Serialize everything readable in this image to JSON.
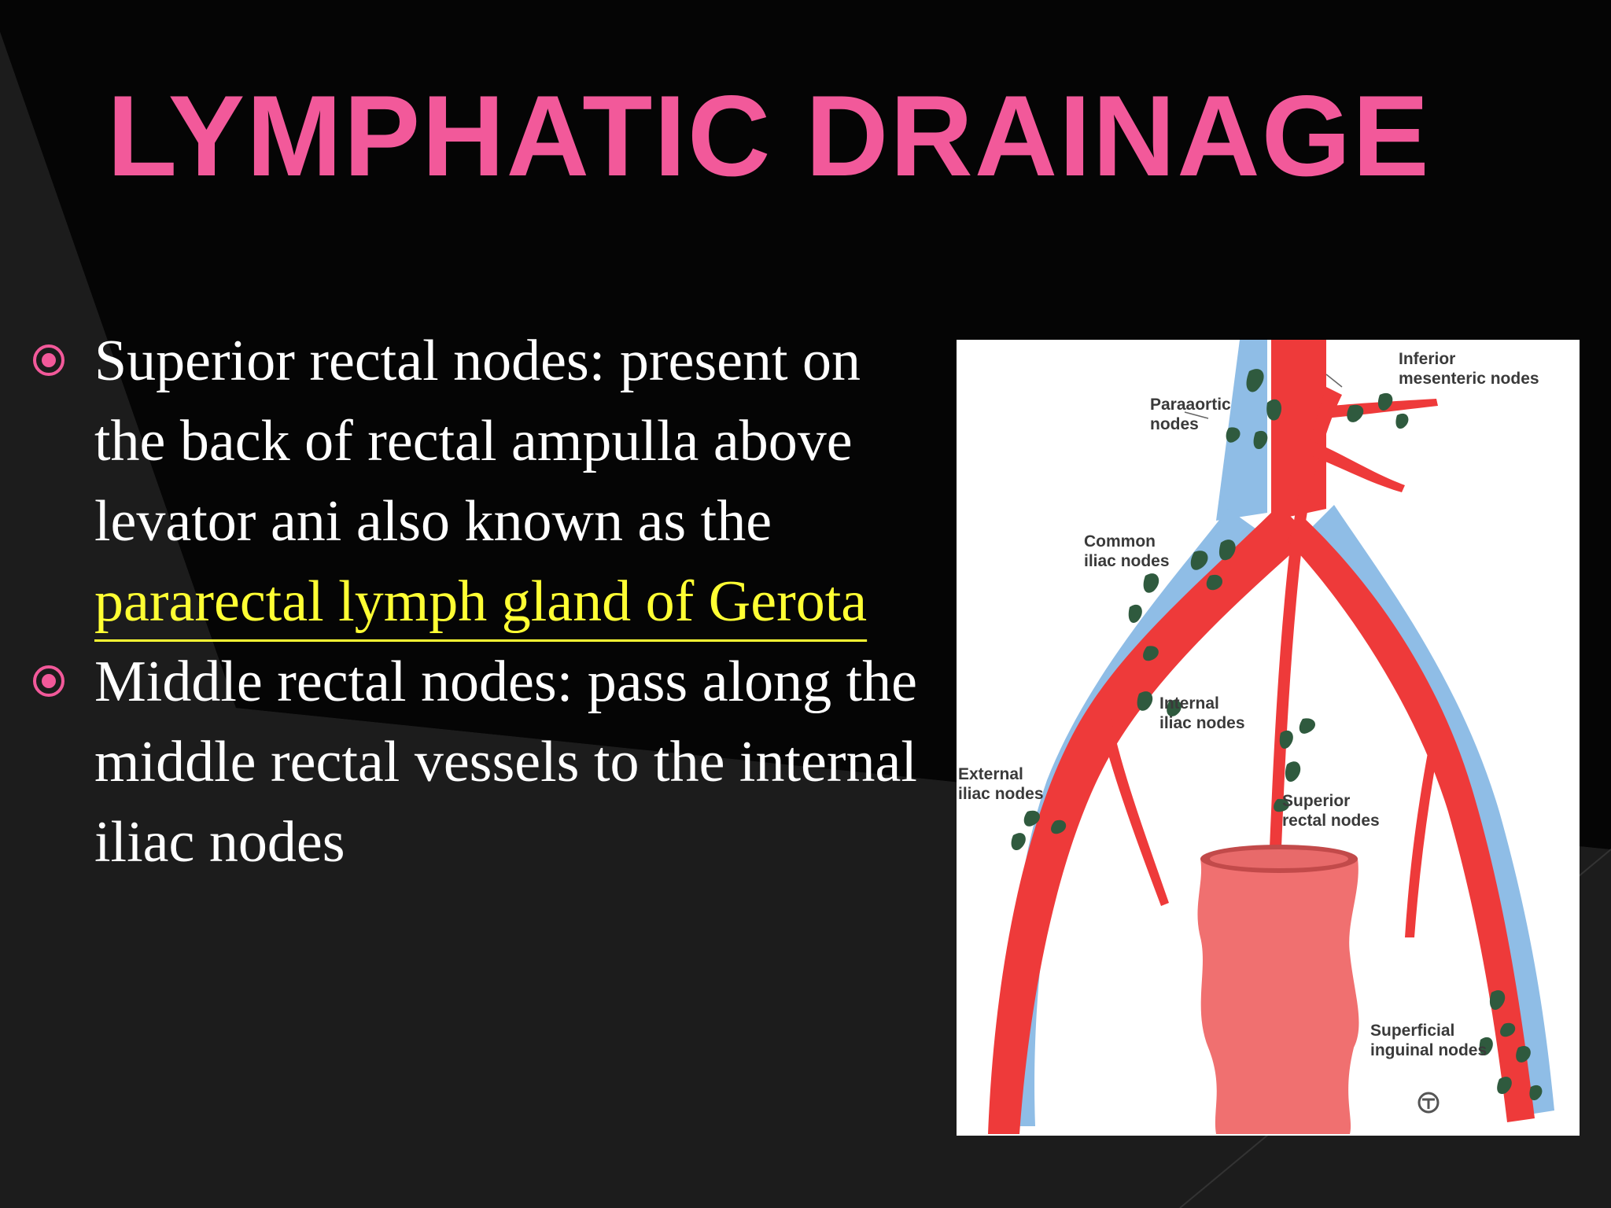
{
  "slide": {
    "title": "LYMPHATIC DRAINAGE",
    "colors": {
      "title": "#f2599a",
      "bullet_marker": "#f2599a",
      "body_text": "#ffffff",
      "highlight": "#ffff33",
      "background": "#050505"
    }
  },
  "bullets": [
    {
      "text": "Superior rectal nodes: present on the back of rectal ampulla above levator ani also known as the ",
      "highlight": "pararectal lymph gland of Gerota"
    },
    {
      "text": "Middle rectal nodes: pass along the middle rectal vessels to the internal iliac nodes",
      "highlight": ""
    }
  ],
  "figure": {
    "labels": {
      "inferior_mesenteric": "Inferior\nmesenteric nodes",
      "paraaortic": "Paraaortic\nnodes",
      "common_iliac": "Common\niliac nodes",
      "internal_iliac": "Internal\niliac nodes",
      "external_iliac": "External\niliac nodes",
      "superior_rectal": "Superior\nrectal nodes",
      "superficial_inguinal": "Superficial\ninguinal nodes"
    },
    "colors": {
      "artery": "#ee3a3a",
      "vein": "#8fbde6",
      "node": "#2f5a3e",
      "rectum": "#f07070"
    }
  }
}
